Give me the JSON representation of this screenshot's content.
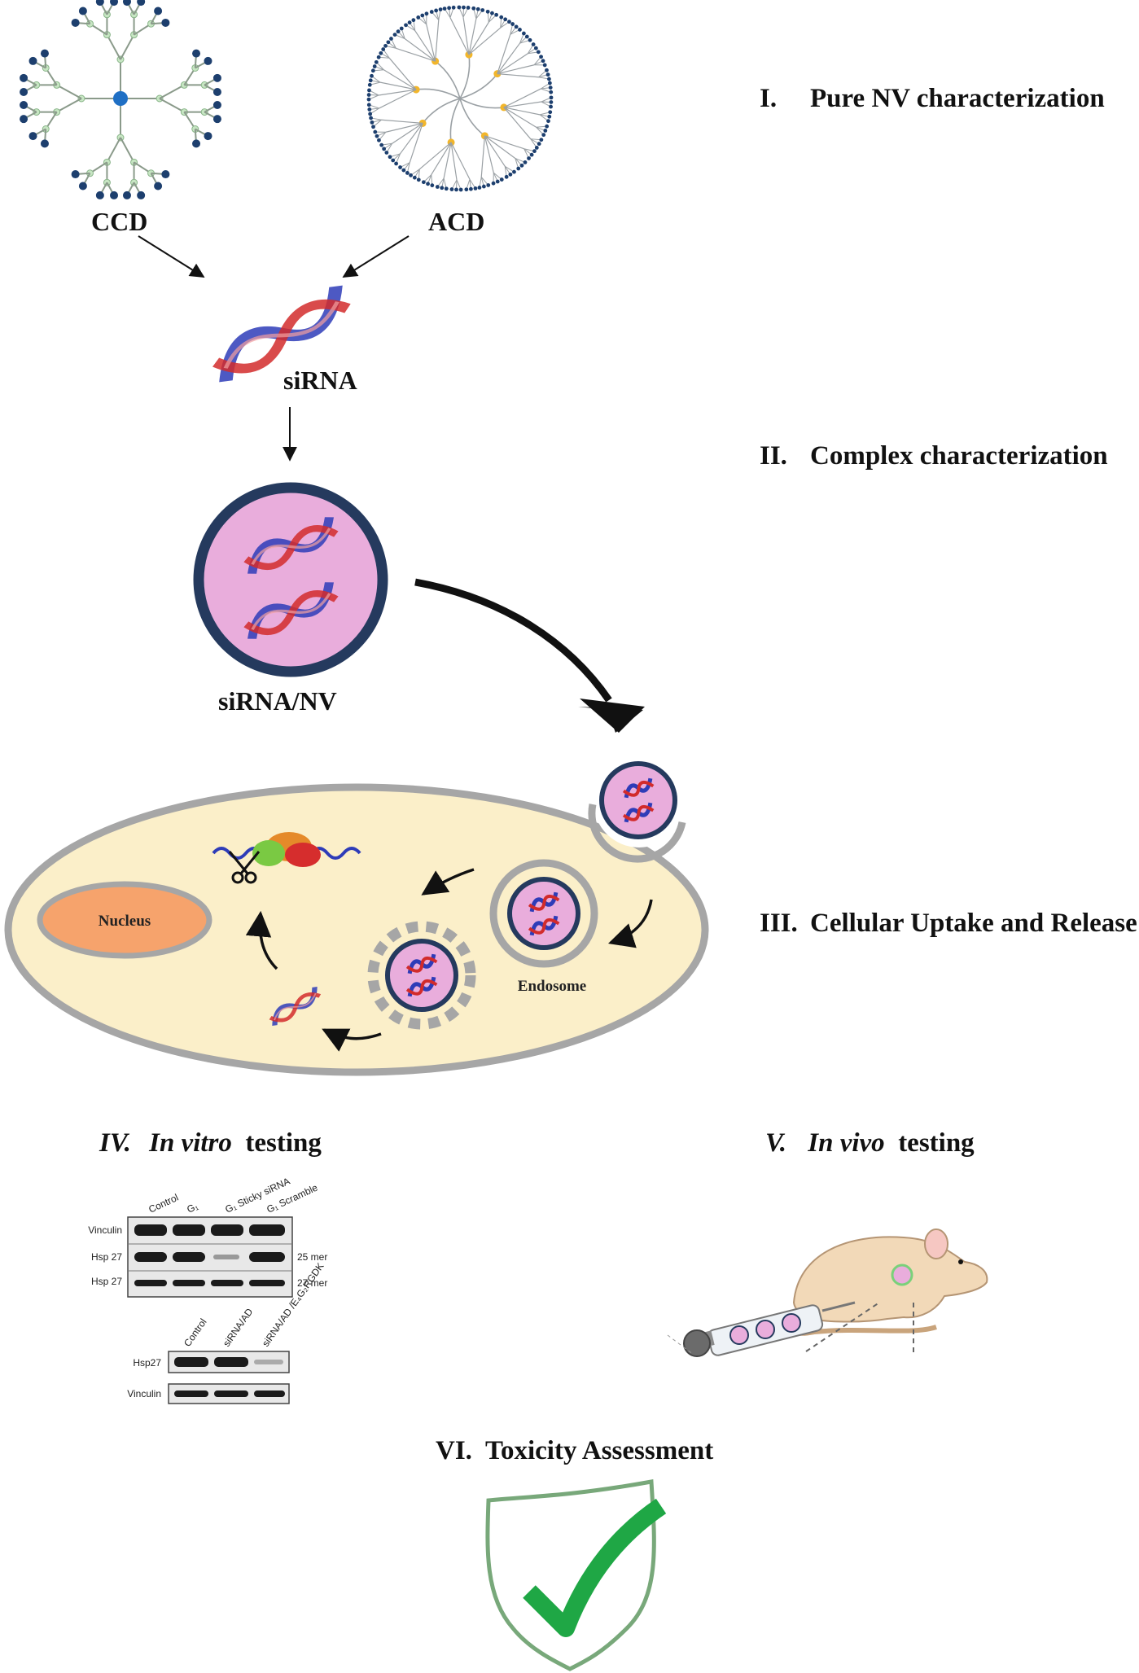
{
  "stages": {
    "s1": {
      "num": "I.",
      "text": "Pure NV characterization"
    },
    "s2": {
      "num": "II.",
      "text": "Complex characterization"
    },
    "s3": {
      "num": "III.",
      "text": "Cellular Uptake and Release"
    },
    "s4": {
      "num": "IV.",
      "italic": "In vitro",
      "rest": " testing"
    },
    "s5": {
      "num": "V.",
      "italic": "In vivo",
      "rest": " testing"
    },
    "s6": {
      "num": "VI.",
      "text": "Toxicity Assessment"
    }
  },
  "labels": {
    "ccd": "CCD",
    "acd": "ACD",
    "sirna": "siRNA",
    "complex": "siRNA/NV",
    "nucleus": "Nucleus",
    "endosome": "Endosome"
  },
  "blot1": {
    "lanes": [
      "Control",
      "G₁",
      "G₁ Sticky siRNA",
      "G₁ Scramble"
    ],
    "rows": [
      "Vinculin",
      "Hsp 27",
      "Hsp 27"
    ],
    "sizes": [
      "25 mer",
      "27 mer"
    ]
  },
  "blot2": {
    "lanes": [
      "Control",
      "siRNA/AD",
      "siRNA/AD /E₄G₂RGDK"
    ],
    "rows": [
      "Hsp27",
      "Vinculin"
    ]
  },
  "colors": {
    "navy": "#253a5e",
    "pink": "#e9addc",
    "cell": "#fbefc9",
    "nucleus": "#f6a36c",
    "check": "#1fa745",
    "shield": "#78a87a"
  },
  "icons": [
    "dendrimer-ccd-icon",
    "dendrimer-acd-icon",
    "sirna-helix-icon",
    "scissors-icon",
    "mouse-icon",
    "syringe-icon",
    "shield-check-icon"
  ]
}
